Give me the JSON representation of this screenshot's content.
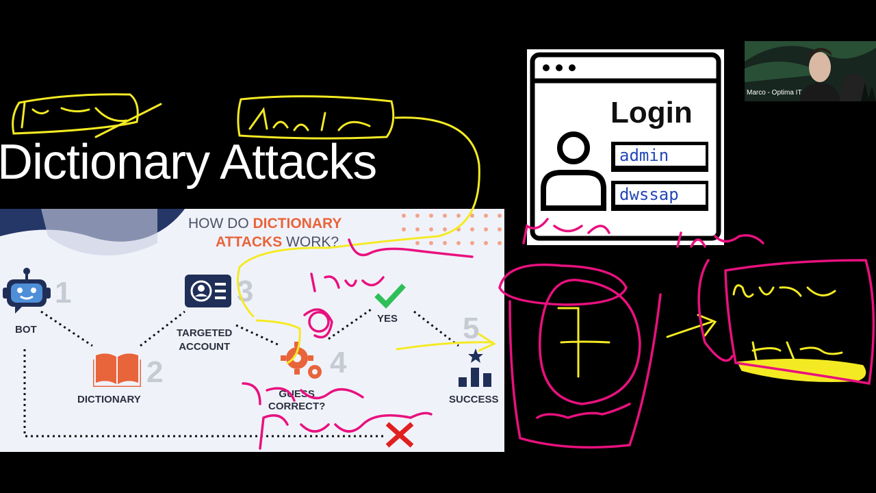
{
  "slide": {
    "title": "Dictionary Attacks"
  },
  "infographic": {
    "heading_line1_a": "HOW DO ",
    "heading_line1_b": "DICTIONARY",
    "heading_line2_a": "ATTACKS",
    "heading_line2_b": " WORK?",
    "steps": {
      "bot": {
        "label": "BOT",
        "num": "1"
      },
      "dictionary": {
        "label": "DICTIONARY",
        "num": "2"
      },
      "targeted": {
        "label": "TARGETED\nACCOUNT",
        "num": "3"
      },
      "guess": {
        "label": "GUESS\nCORRECT?",
        "num": "4"
      },
      "success": {
        "label": "SUCCESS",
        "num": "5"
      },
      "yes": {
        "label": "YES"
      }
    }
  },
  "login_card": {
    "title": "Login",
    "username": "admin",
    "password": "dwssap"
  },
  "webcam": {
    "name": "Marco - Optima IT"
  },
  "colors": {
    "background": "#000000",
    "yellow_ink": "#f4ea23",
    "pink_ink": "#e8117e",
    "accent_orange": "#e8643a",
    "navy_icon": "#1f2f58"
  }
}
